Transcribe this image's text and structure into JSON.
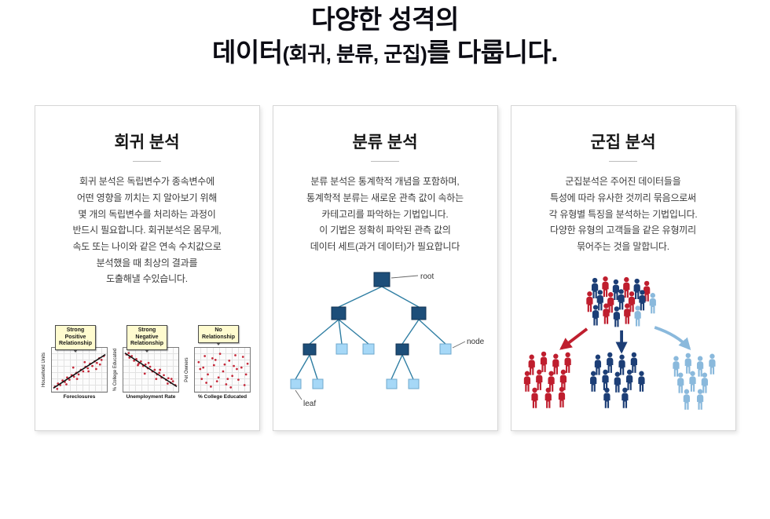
{
  "header": {
    "line1": "다양한 성격의",
    "line2_prefix": "데이터",
    "line2_paren": "(회귀, 분류, 군집)",
    "line2_suffix": "를 다룹니다."
  },
  "cards": [
    {
      "title": "회귀 분석",
      "body": "회귀 분석은 독립변수가 종속변수에\n어떤 영향을 끼치는 지 알아보기 위해\n몇 개의 독립변수를 처리하는 과정이\n반드시 필요합니다. 회귀분석은 몸무게,\n속도 또는 나이와 같은 연속 수치값으로\n분석했을 때 최상의 결과를\n도출해낼 수있습니다."
    },
    {
      "title": "분류 분석",
      "body": "분류 분석은 통계학적 개념을 포함하며,\n통계학적 분류는 새로운 관측 값이 속하는\n카테고리를 파악하는 기법입니다.\n이 기법은 정확히 파악된 관측 값의\n데이터 세트(과거 데이터)가 필요합니다"
    },
    {
      "title": "군집 분석",
      "body": "군집분석은 주어진 데이터들을\n특성에 따라 유사한 것끼리 묶음으로써\n각 유형별 특징을 분석하는 기법입니다.\n다양한 유형의 고객들을 같은 유형끼리\n묶어주는 것을 말합니다."
    }
  ],
  "regression_plots": [
    {
      "callout": "Strong\nPositive\nRelationship",
      "xlabel": "Foreclosures",
      "ylabel": "Household Units"
    },
    {
      "callout": "Strong\nNegative\nRelationship",
      "xlabel": "Unemployment Rate",
      "ylabel": "% College Educated"
    },
    {
      "callout": "No\nRelationship",
      "xlabel": "% College Educated",
      "ylabel": "Pet Owners"
    }
  ],
  "tree_labels": {
    "root": "root",
    "node": "node",
    "leaf": "leaf"
  },
  "colors": {
    "point_red": "#c62839",
    "tree_dark_node": "#1d4e79",
    "tree_light_node": "#a6d8f7",
    "tree_edge": "#2f7ea3",
    "people_red": "#bf1e2e",
    "people_dark_blue": "#1c3e76",
    "people_light_blue": "#8ab9dc"
  }
}
